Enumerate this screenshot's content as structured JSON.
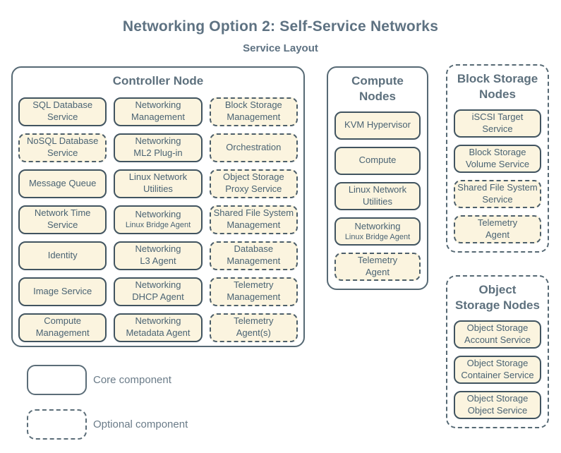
{
  "title": "Networking Option 2: Self-Service Networks",
  "subtitle": "Service Layout",
  "colors": {
    "background": "#ffffff",
    "box_fill": "#fbf4df",
    "box_border_solid": "#415460",
    "box_border_dashed": "#4d5f6a",
    "container_border": "#566974",
    "heading_text": "#5d707d",
    "title_text": "#5e7282",
    "box_text": "#4a6373",
    "legend_text": "#6a7b88"
  },
  "containers": [
    {
      "id": "controller",
      "title": "Controller Node",
      "border": "solid",
      "boxes": [
        {
          "label": "SQL Database\nService",
          "style": "solid"
        },
        {
          "label": "Networking\nManagement",
          "style": "solid"
        },
        {
          "label": "Block Storage\nManagement",
          "style": "dashed"
        },
        {
          "label": "NoSQL Database\nService",
          "style": "dashed"
        },
        {
          "label": "Networking\nML2 Plug-in",
          "style": "solid"
        },
        {
          "label": "Orchestration",
          "style": "dashed"
        },
        {
          "label": "Message Queue",
          "style": "solid"
        },
        {
          "label": "Linux Network\nUtilities",
          "style": "solid"
        },
        {
          "label": "Object Storage\nProxy Service",
          "style": "dashed"
        },
        {
          "label": "Network Time\nService",
          "style": "solid"
        },
        {
          "label": "Networking",
          "sublabel": "Linux Bridge Agent",
          "style": "solid"
        },
        {
          "label": "Shared File System\nManagement",
          "style": "dashed"
        },
        {
          "label": "Identity",
          "style": "solid"
        },
        {
          "label": "Networking\nL3 Agent",
          "style": "solid"
        },
        {
          "label": "Database\nManagement",
          "style": "dashed"
        },
        {
          "label": "Image Service",
          "style": "solid"
        },
        {
          "label": "Networking\nDHCP Agent",
          "style": "solid"
        },
        {
          "label": "Telemetry\nManagement",
          "style": "dashed"
        },
        {
          "label": "Compute\nManagement",
          "style": "solid"
        },
        {
          "label": "Networking\nMetadata Agent",
          "style": "solid"
        },
        {
          "label": "Telemetry\nAgent(s)",
          "style": "dashed"
        }
      ]
    },
    {
      "id": "compute",
      "title": "Compute\nNodes",
      "border": "solid",
      "boxes": [
        {
          "label": "KVM Hypervisor",
          "style": "solid"
        },
        {
          "label": "Compute",
          "style": "solid"
        },
        {
          "label": "Linux Network\nUtilities",
          "style": "solid"
        },
        {
          "label": "Networking",
          "sublabel": "Linux Bridge Agent",
          "style": "solid"
        },
        {
          "label": "Telemetry\nAgent",
          "style": "dashed"
        }
      ]
    },
    {
      "id": "block-storage",
      "title": "Block Storage\nNodes",
      "border": "dashed",
      "boxes": [
        {
          "label": "iSCSI Target\nService",
          "style": "solid"
        },
        {
          "label": "Block Storage\nVolume Service",
          "style": "solid"
        },
        {
          "label": "Shared File System\nService",
          "style": "dashed"
        },
        {
          "label": "Telemetry\nAgent",
          "style": "dashed"
        }
      ]
    },
    {
      "id": "object-storage",
      "title": "Object\nStorage Nodes",
      "border": "dashed",
      "boxes": [
        {
          "label": "Object Storage\nAccount Service",
          "style": "solid"
        },
        {
          "label": "Object Storage\nContainer Service",
          "style": "solid"
        },
        {
          "label": "Object Storage\nObject Service",
          "style": "solid"
        }
      ]
    }
  ],
  "legend": [
    {
      "label": "Core component",
      "style": "solid"
    },
    {
      "label": "Optional component",
      "style": "dashed"
    }
  ]
}
